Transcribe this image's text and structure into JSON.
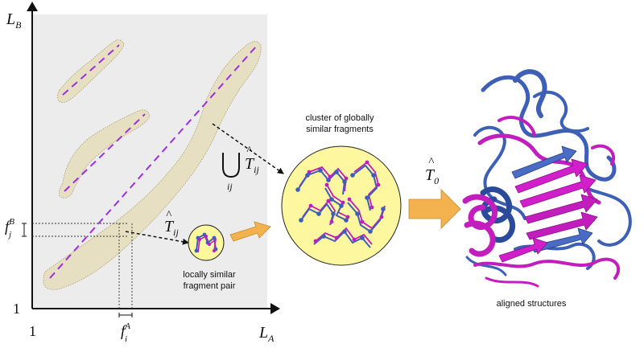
{
  "axes": {
    "y_label": "L",
    "y_label_sub": "B",
    "x_label": "L",
    "x_label_sub": "A",
    "origin_x": "1",
    "origin_y": "1"
  },
  "markers": {
    "fj_main": "f",
    "fj_sub": "j",
    "fj_sup": "B",
    "fi_main": "f",
    "fi_sub": "i",
    "fi_sup": "A"
  },
  "transforms": {
    "t_ij_main": "T",
    "t_ij_sub": "ij",
    "union_sub": "ij",
    "t0_main": "T",
    "t0_sub": "0",
    "hat": "^"
  },
  "labels": {
    "local_pair_line1": "locally similar",
    "local_pair_line2": "fragment pair",
    "cluster_line1": "cluster of globally",
    "cluster_line2": "similar fragments",
    "aligned": "aligned structures"
  },
  "colors": {
    "plot_bg": "#ececec",
    "band_fill": "#e6dfc1",
    "dash": "#9b30e0",
    "circle_fill": "#fdf7a0",
    "arrow": "#f3b24e",
    "blue": "#3d5fb5",
    "magenta": "#c21ebe"
  }
}
